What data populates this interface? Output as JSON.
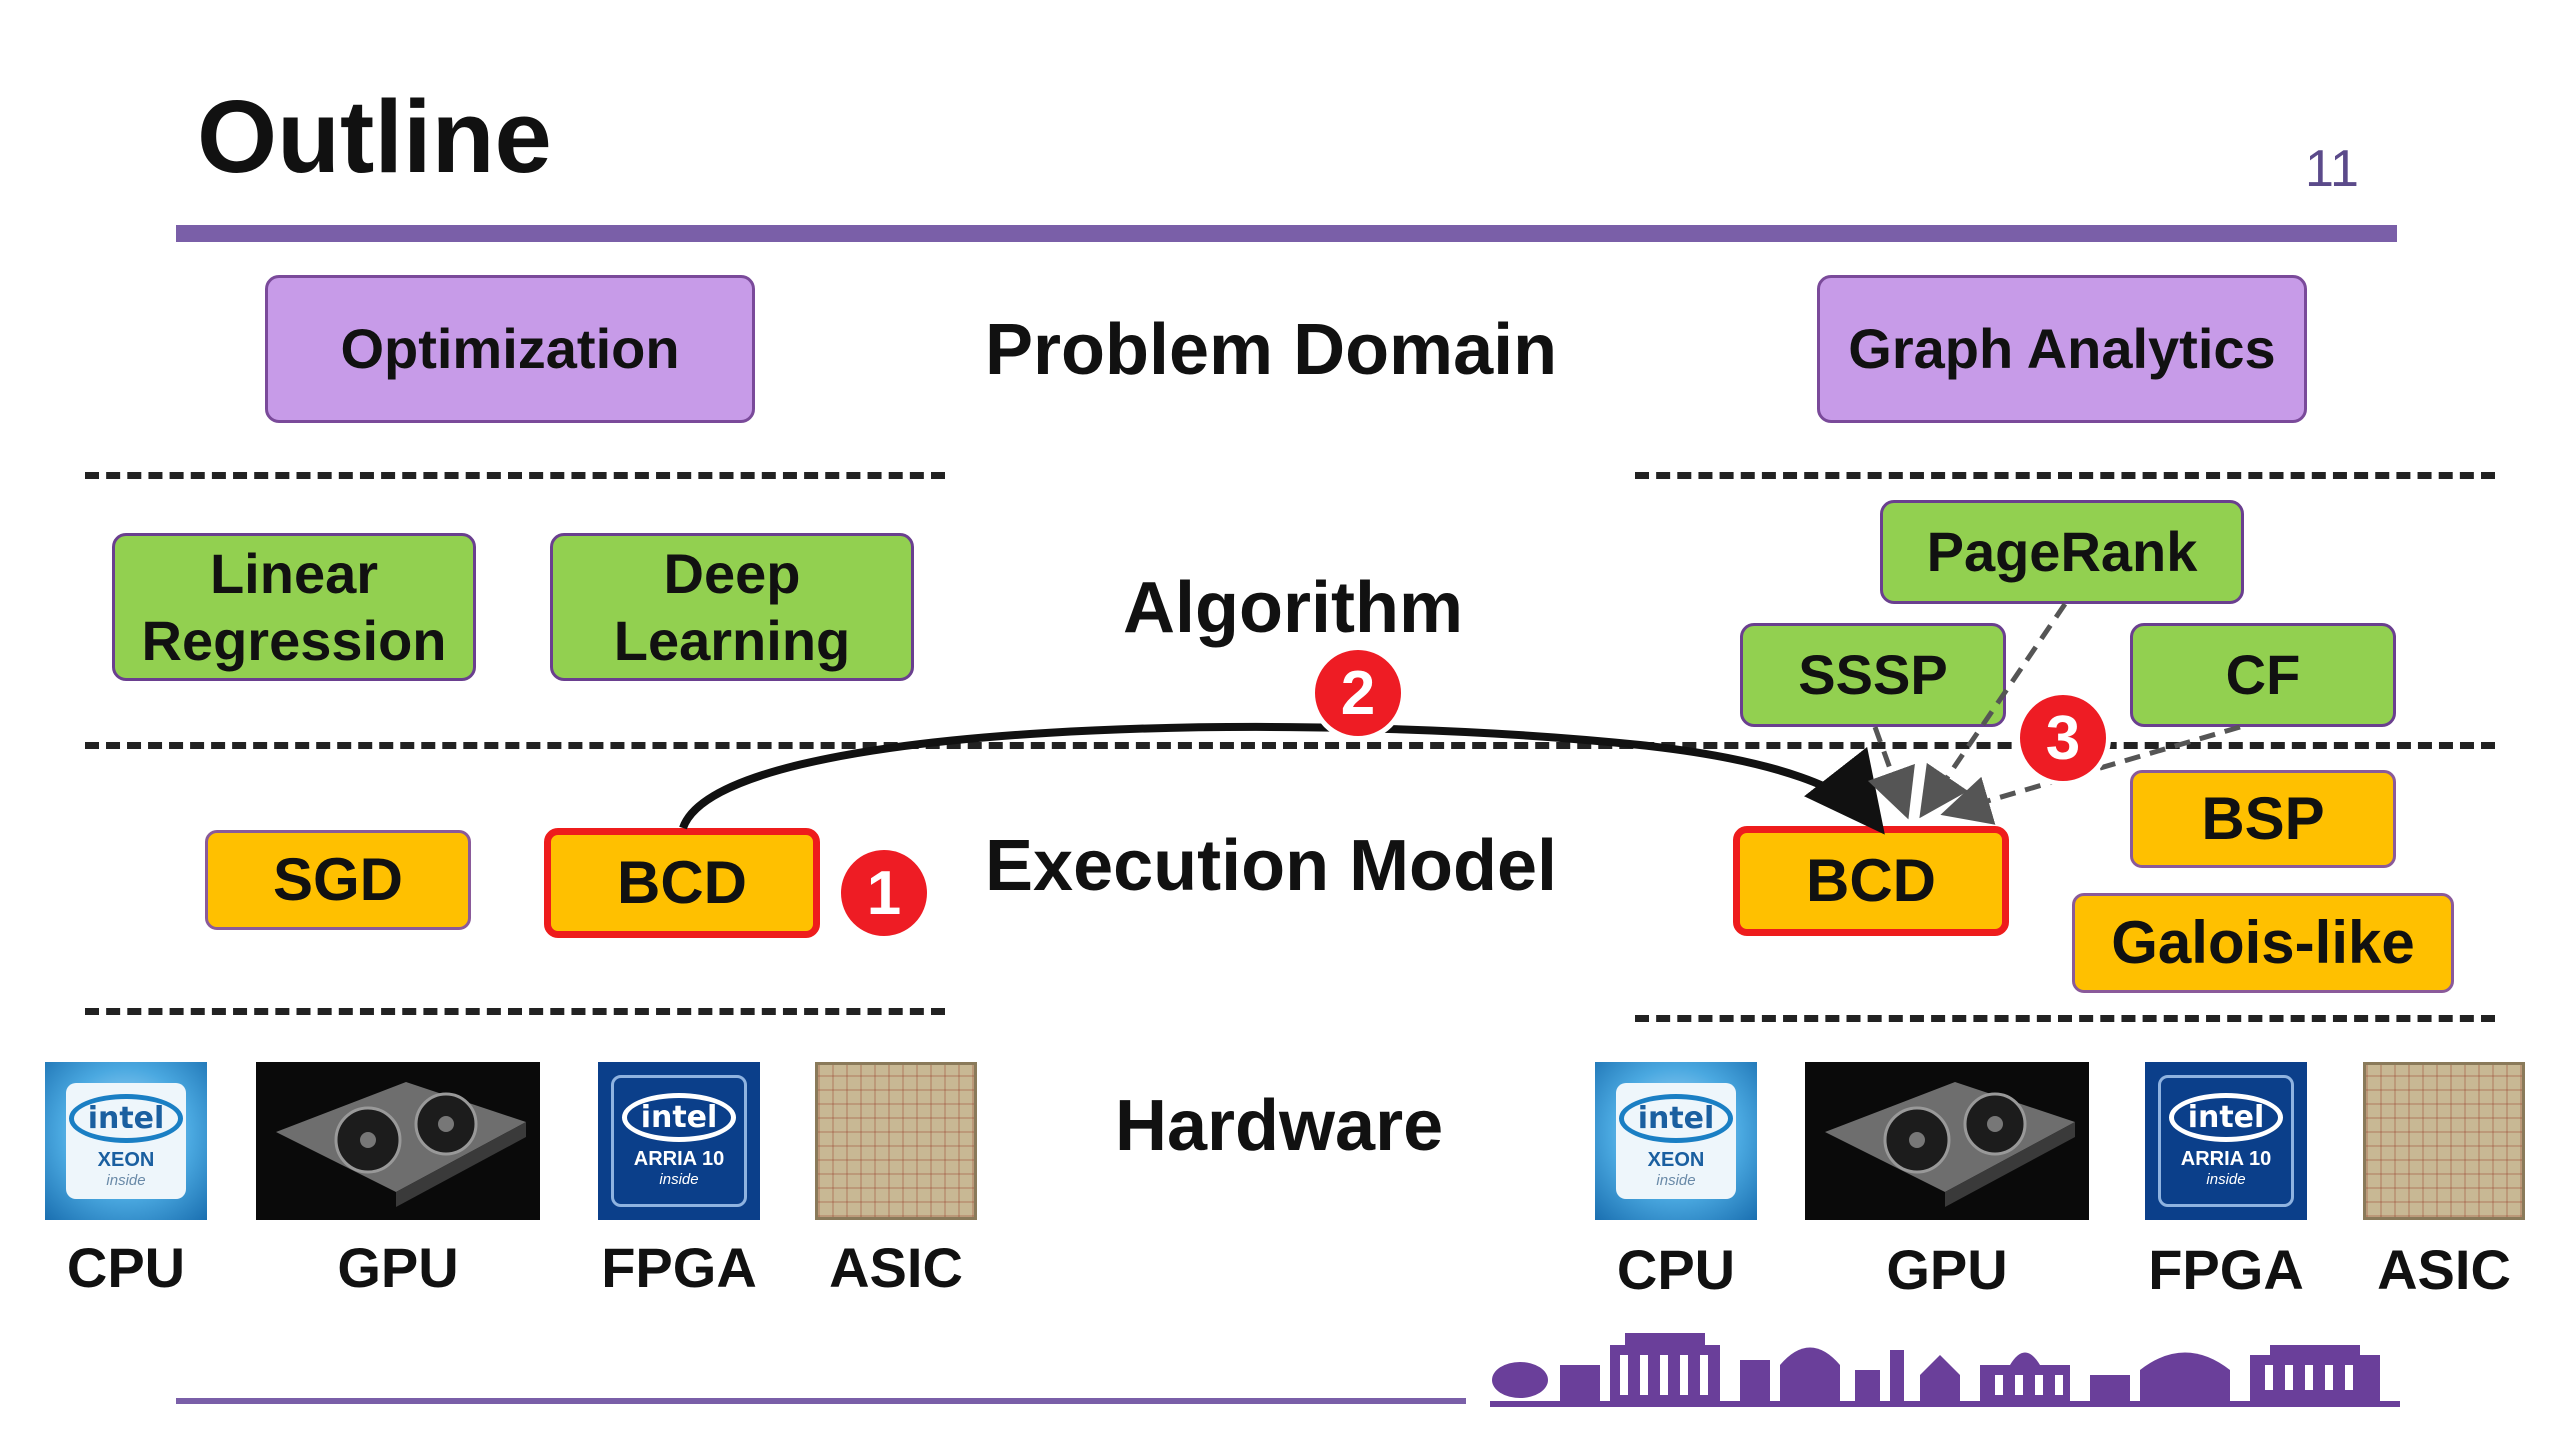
{
  "slide": {
    "title": "Outline",
    "page_number": "11"
  },
  "layers": {
    "problem_domain": "Problem Domain",
    "algorithm": "Algorithm",
    "execution_model": "Execution Model",
    "hardware": "Hardware"
  },
  "left": {
    "domain": "Optimization",
    "algorithms": [
      "Linear Regression",
      "Deep Learning"
    ],
    "execution": [
      "SGD",
      "BCD"
    ],
    "hardware": [
      "CPU",
      "GPU",
      "FPGA",
      "ASIC"
    ]
  },
  "right": {
    "domain": "Graph Analytics",
    "algorithms": [
      "PageRank",
      "SSSP",
      "CF"
    ],
    "execution": [
      "BCD",
      "BSP",
      "Galois-like"
    ],
    "hardware": [
      "CPU",
      "GPU",
      "FPGA",
      "ASIC"
    ]
  },
  "badges": [
    "1",
    "2",
    "3"
  ],
  "chip_text": {
    "intel": "intel",
    "xeon": "XEON",
    "arria": "ARRIA 10",
    "inside": "inside"
  },
  "colors": {
    "accent": "#7a5fa8",
    "domain_box": "#c79be8",
    "algorithm_box": "#92d050",
    "execution_box": "#ffc000",
    "highlight": "#ee1c1c"
  }
}
